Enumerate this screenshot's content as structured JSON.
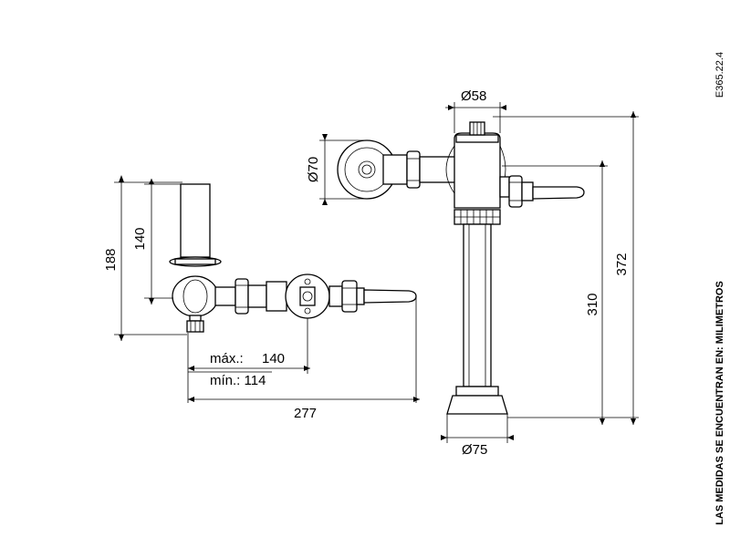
{
  "drawing_code": "E365.22.4",
  "units_note": "LAS MEDIDAS SE ENCUENTRAN EN: MILIMETROS",
  "left_view": {
    "height_total": "188",
    "height_inner": "140",
    "max_label": "máx.:",
    "max_value": "140",
    "min_label": "mín.: 114",
    "width_total": "277"
  },
  "right_view": {
    "diameter_top": "Ø58",
    "diameter_side": "Ø70",
    "diameter_base": "Ø75",
    "height_body": "310",
    "height_total": "372"
  }
}
